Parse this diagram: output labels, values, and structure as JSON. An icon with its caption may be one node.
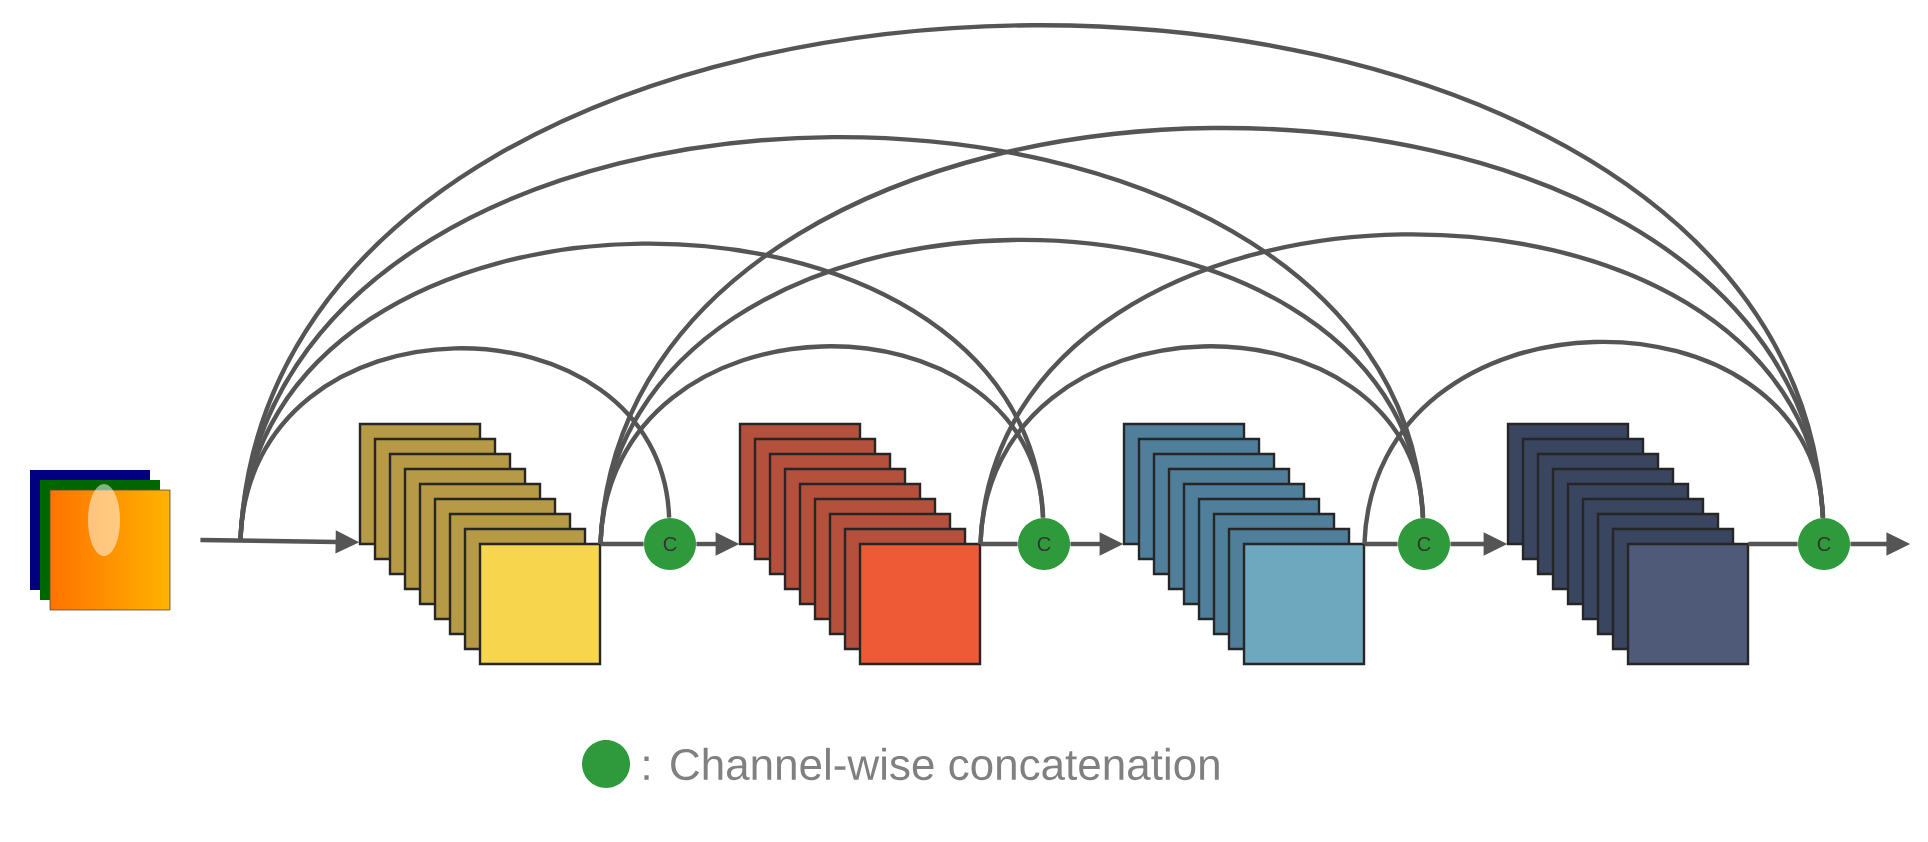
{
  "diagram": {
    "nodes": [
      {
        "text": [],
        "shape": "picture"
      },
      {
        "text": [],
        "shape": "box"
      },
      {
        "text": [
          "C"
        ]
      },
      {
        "text": [],
        "shape": "box"
      },
      {
        "text": [
          "C"
        ]
      },
      {
        "text": [],
        "shape": "box"
      },
      {
        "text": [
          "C"
        ]
      },
      {
        "text": [],
        "shape": "box"
      },
      {
        "text": [
          "C"
        ]
      }
    ],
    "edges": [
      {
        "from": 0,
        "to": 1,
        "arrow": "to"
      },
      {
        "from": 0,
        "to": 2,
        "arrow": "none"
      },
      {
        "from": 0,
        "to": 4,
        "arrow": "none"
      },
      {
        "from": 0,
        "to": 6,
        "arrow": "none"
      },
      {
        "from": 0,
        "to": 8,
        "arrow": "none"
      },
      {
        "from": 1,
        "to": 2,
        "arrow": "none"
      },
      {
        "from": 2,
        "to": 3,
        "arrow": "to"
      },
      {
        "from": 1,
        "to": 4,
        "arrow": "none"
      },
      {
        "from": 1,
        "to": 6,
        "arrow": "none"
      },
      {
        "from": 1,
        "to": 8,
        "arrow": "none"
      },
      {
        "from": 3,
        "to": 4,
        "arrow": "none"
      },
      {
        "from": 4,
        "to": 5,
        "arrow": "to"
      },
      {
        "from": 3,
        "to": 6,
        "arrow": "none"
      },
      {
        "from": 3,
        "to": 8,
        "arrow": "none"
      },
      {
        "from": 5,
        "to": 6,
        "arrow": "none"
      },
      {
        "from": 6,
        "to": 7,
        "arrow": "to"
      },
      {
        "from": 5,
        "to": 8,
        "arrow": "none"
      },
      {
        "from": 7,
        "to": 8,
        "arrow": "none"
      },
      {
        "from": 8,
        "to": null,
        "arrow": "to"
      }
    ],
    "legend": [
      {
        "text": ": Channel-wise concatenation",
        "color": "#2f9a3c"
      }
    ]
  }
}
